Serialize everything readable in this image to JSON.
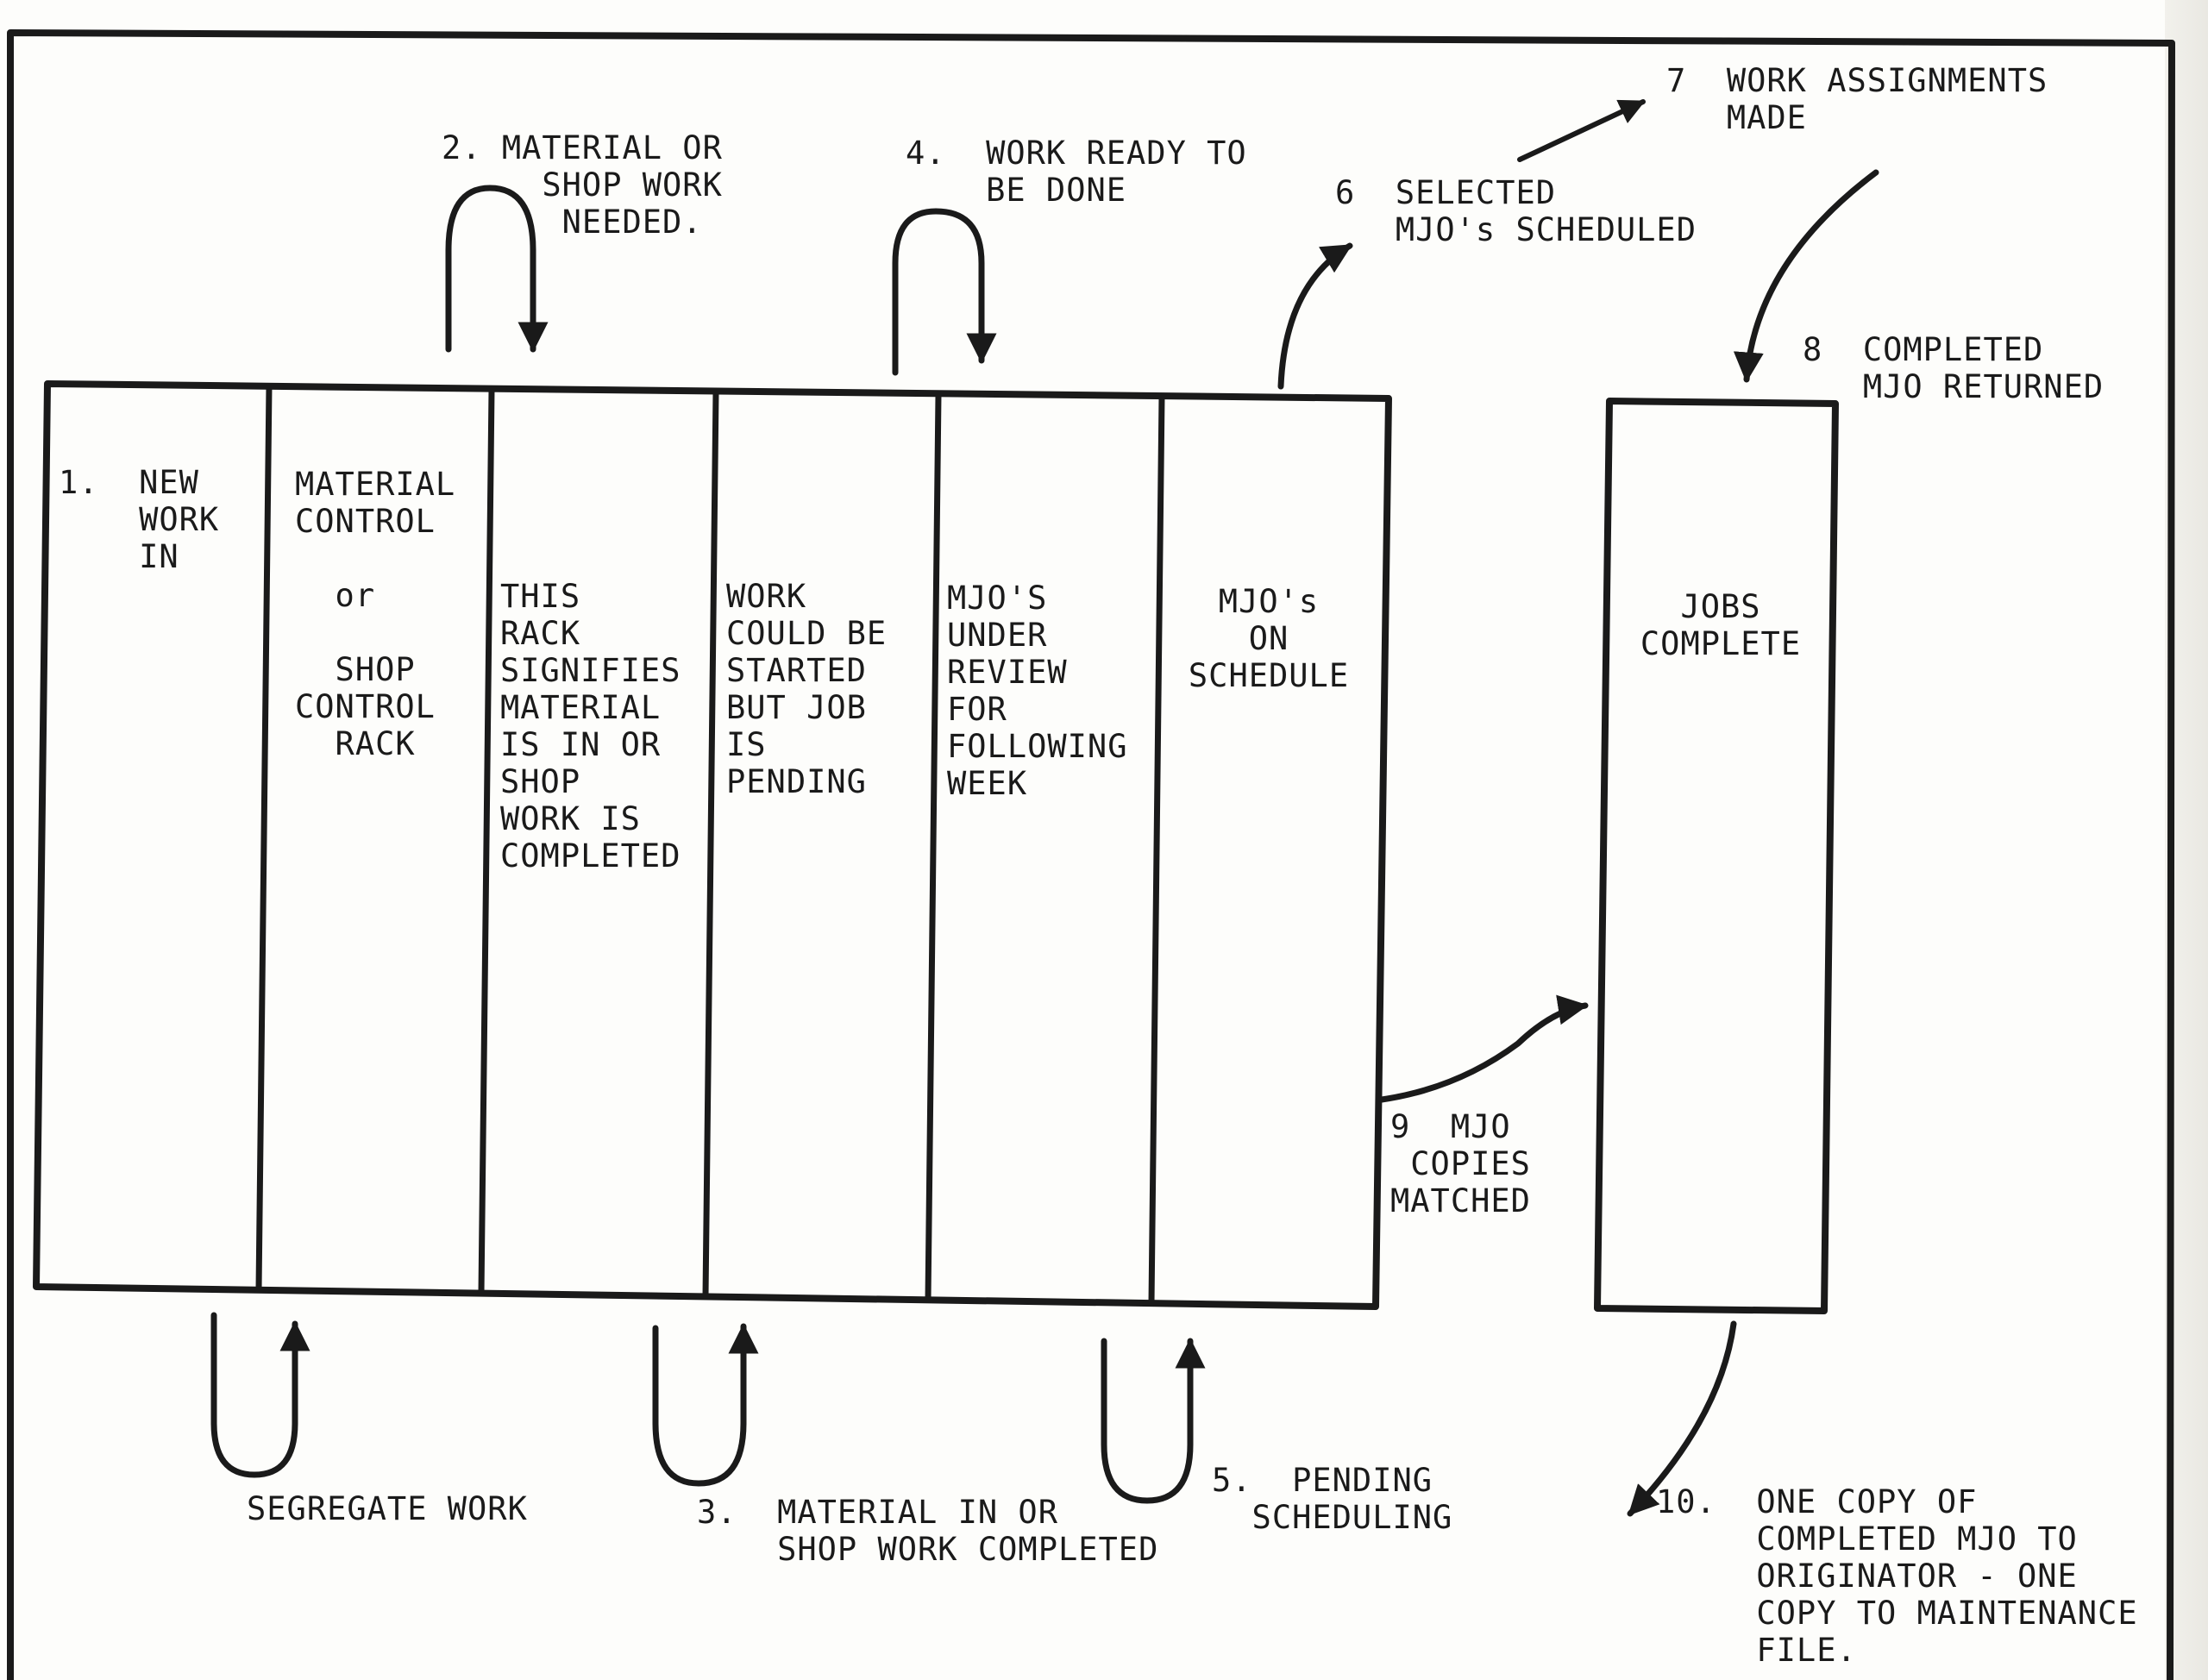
{
  "racks": [
    {
      "label": "1.  NEW\n    WORK\n    IN"
    },
    {
      "label": "MATERIAL\nCONTROL\n\n  or\n\n  SHOP\nCONTROL\n  RACK"
    },
    {
      "label": "THIS\nRACK\nSIGNIFIES\nMATERIAL\nIS IN OR\nSHOP\nWORK IS\nCOMPLETED"
    },
    {
      "label": "WORK\nCOULD BE\nSTARTED\nBUT JOB\nIS\nPENDING"
    },
    {
      "label": "MJO'S\nUNDER\nREVIEW\nFOR\nFOLLOWING\nWEEK"
    },
    {
      "label": "MJO's\nON\nSCHEDULE"
    }
  ],
  "jobs_complete": {
    "label": "JOBS\nCOMPLETE"
  },
  "steps": {
    "s2": "2. MATERIAL OR\n     SHOP WORK\n      NEEDED.",
    "s4": "4.  WORK READY TO\n    BE DONE",
    "s6": "6  SELECTED\n   MJO's SCHEDULED",
    "s7": "7  WORK ASSIGNMENTS\n   MADE",
    "s8": "8  COMPLETED\n   MJO RETURNED",
    "s9": "9  MJO\n COPIES\nMATCHED",
    "segregate": "SEGREGATE WORK",
    "s3": "3.  MATERIAL IN OR\n    SHOP WORK COMPLETED",
    "s5": "5.  PENDING\n  SCHEDULING",
    "s10": "10.  ONE COPY OF\n     COMPLETED MJO TO\n     ORIGINATOR - ONE\n     COPY TO MAINTENANCE\n     FILE."
  }
}
